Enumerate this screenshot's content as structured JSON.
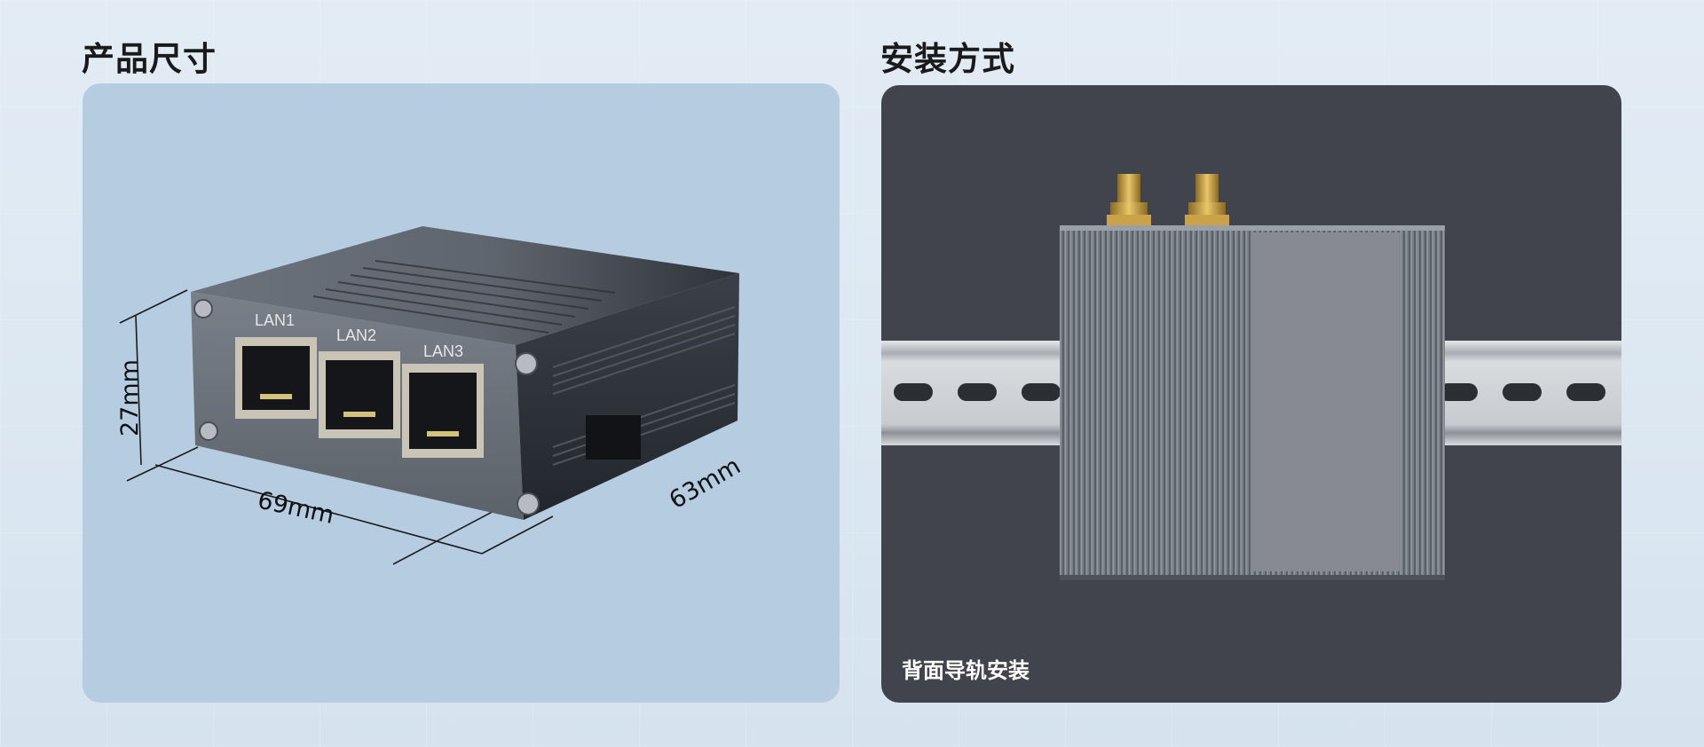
{
  "titles": {
    "size": "产品尺寸",
    "install": "安装方式"
  },
  "dimensions": {
    "height": "27mm",
    "width": "69mm",
    "depth": "63mm"
  },
  "ports": [
    "LAN1",
    "LAN2",
    "LAN3"
  ],
  "install_caption": "背面导轨安装",
  "colors": {
    "size_panel": "#b5cce1",
    "install_panel": "#41444c"
  }
}
